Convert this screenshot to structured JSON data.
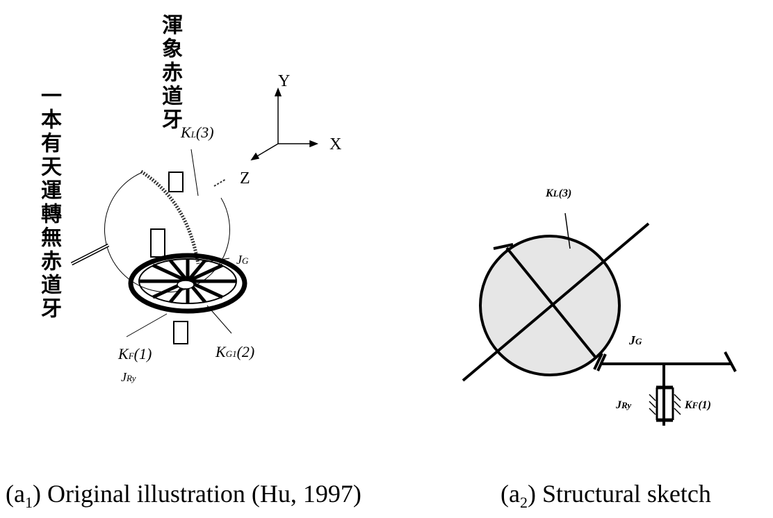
{
  "left_figure": {
    "vertical_text_1": "一本有天運轉無赤道牙",
    "vertical_text_2": "渾象赤道牙",
    "axes": {
      "y": "Y",
      "x": "X",
      "z": "Z"
    },
    "labels": {
      "kl": {
        "main": "K",
        "sub": "L",
        "suffix": "(3)"
      },
      "jg": {
        "main": "J",
        "sub": "G"
      },
      "kf": {
        "main": "K",
        "sub": "F",
        "suffix": "(1)"
      },
      "jry": {
        "main": "J",
        "sub": "Ry"
      },
      "kg1": {
        "main": "K",
        "sub": "G1",
        "suffix": "(2)"
      }
    },
    "caption": {
      "prefix": "(a",
      "sub": "1",
      "text": ") Original illustration (Hu, 1997)"
    }
  },
  "right_figure": {
    "labels": {
      "kl": {
        "main": "K",
        "sub": "L",
        "suffix": "(3)"
      },
      "jg": {
        "main": "J",
        "sub": "G"
      },
      "jry": {
        "main": "J",
        "sub": "Ry"
      },
      "kf": {
        "main": "K",
        "sub": "F",
        "suffix": "(1)"
      }
    },
    "caption": {
      "prefix": "(a",
      "sub": "2",
      "text": ") Structural sketch"
    }
  }
}
